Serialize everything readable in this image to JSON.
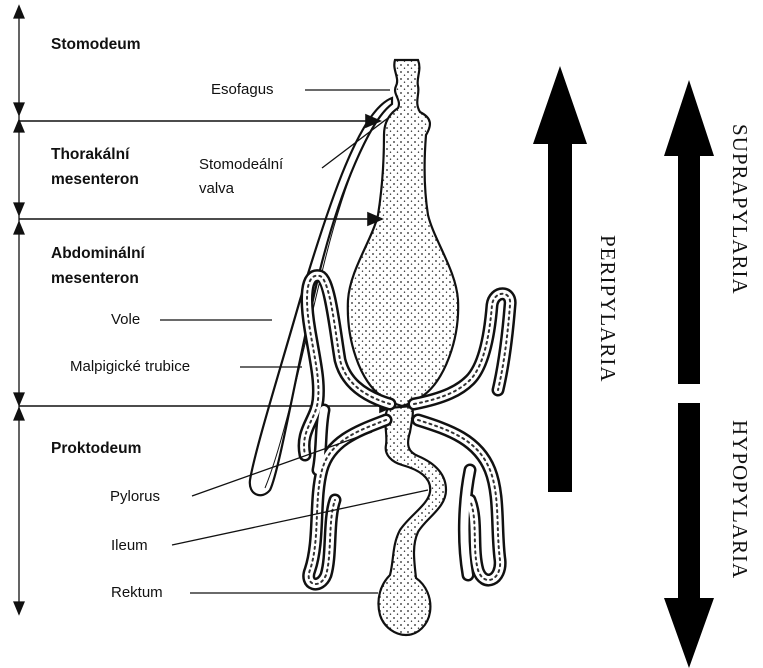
{
  "sections": {
    "stomodeum": "Stomodeum",
    "thoracic_line1": "Thorakální",
    "thoracic_line2": "mesenteron",
    "abdominal_line1": "Abdominální",
    "abdominal_line2": "mesenteron",
    "proctodeum": "Proktodeum"
  },
  "labels": {
    "esofagus": "Esofagus",
    "valve_line1": "Stomodeální",
    "valve_line2": "valva",
    "vole": "Vole",
    "malpighian": "Malpigické trubice",
    "pylorus": "Pylorus",
    "ileum": "Ileum",
    "rektum": "Rektum"
  },
  "arrows": {
    "peripylaria": "PERIPYLARIA",
    "suprapylaria": "SUPRAPYLARIA",
    "hypopylaria": "HYPOPYLARIA"
  },
  "colors": {
    "ink": "#111111",
    "gut_fill": "#f4f4f4"
  }
}
